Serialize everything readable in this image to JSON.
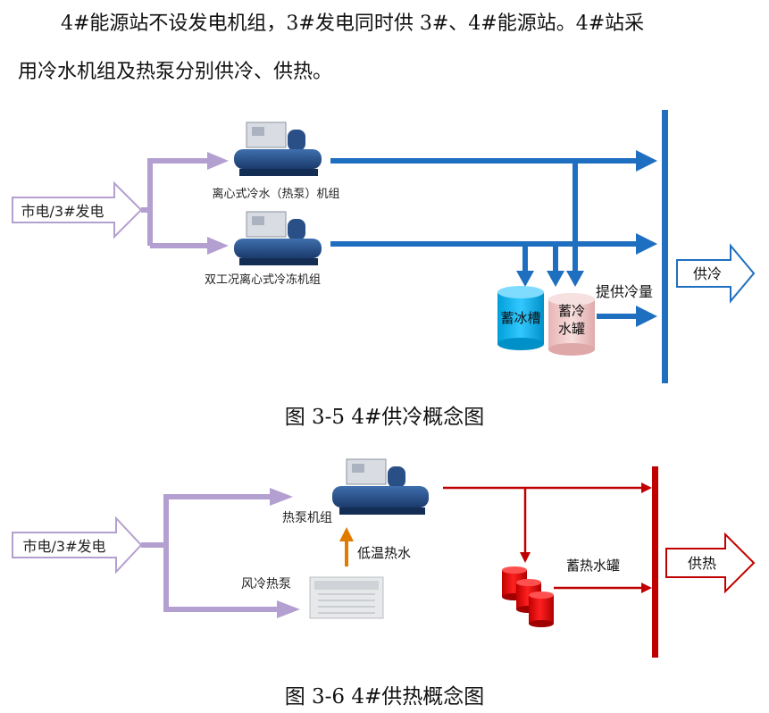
{
  "paragraph": {
    "line1": "4#能源站不设发电机组，3#发电同时供  3#、4#能源站。4#站采",
    "line2": "用冷水机组及热泵分别供冷、供热。"
  },
  "figure_cooling": {
    "caption": "图 3-5  4#供冷概念图",
    "source_label": "市电/3#发电",
    "unit1_label": "离心式冷水（热泵）机组",
    "unit2_label": "双工况离心式冷冻机组",
    "ice_tank_label": "蓄冰槽",
    "cold_tank_label_1": "蓄冷",
    "cold_tank_label_2": "水罐",
    "supply_note": "提供冷量",
    "output_label": "供冷",
    "colors": {
      "pipe": "#1f6fc0",
      "source_arrow": "#b39fd0",
      "ice_tank": "#00b0f0",
      "cold_tank": "#f2c6c6"
    }
  },
  "figure_heating": {
    "caption": "图 3-6  4#供热概念图",
    "source_label": "市电/3#发电",
    "heat_pump_label": "热泵机组",
    "low_temp_label": "低温热水",
    "air_pump_label": "风冷热泵",
    "tank_label": "蓄热水罐",
    "output_label": "供热",
    "colors": {
      "pipe": "#c00000",
      "source_arrow": "#b39fd0",
      "orange_arrow": "#e07b00",
      "tank": "#e00000"
    }
  }
}
